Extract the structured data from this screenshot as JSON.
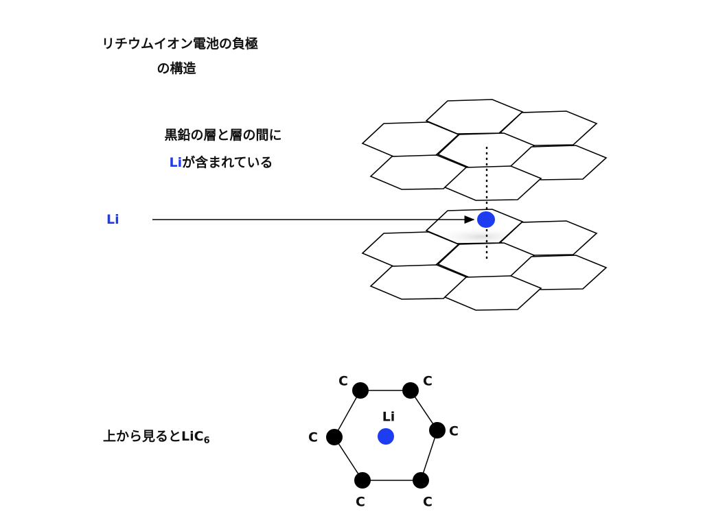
{
  "title": {
    "line1": "リチウムイオン電池の負極",
    "line2": "の構造"
  },
  "caption": {
    "line1": "黒鉛の層と層の間に",
    "line2_li": "Li",
    "line2_rest": "が含まれている"
  },
  "li_label": "Li",
  "top_view": {
    "text": "上から見る",
    "formula_main": "とLiC",
    "formula_sub": "6",
    "center_label": "Li",
    "carbon_labels": [
      "C",
      "C",
      "C",
      "C",
      "C",
      "C"
    ]
  },
  "colors": {
    "lithium": "#1e3cf0",
    "carbon": "#000000",
    "text": "#111111"
  }
}
